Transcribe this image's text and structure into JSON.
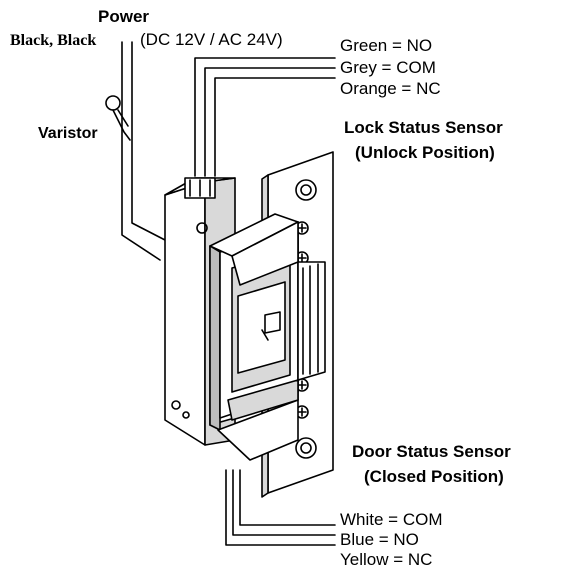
{
  "power": {
    "title": "Power",
    "wires": "Black, Black",
    "voltage": "(DC 12V / AC 24V)"
  },
  "varistor": "Varistor",
  "lock_sensor": {
    "wire_no": "Green = NO",
    "wire_com": "Grey = COM",
    "wire_nc": "Orange = NC",
    "title": "Lock Status Sensor",
    "subtitle": "(Unlock Position)"
  },
  "door_sensor": {
    "title": "Door Status Sensor",
    "subtitle": "(Closed Position)",
    "wire_com": "White = COM",
    "wire_no": "Blue = NO",
    "wire_nc": "Yellow = NC"
  },
  "colors": {
    "line": "#000000",
    "background": "#ffffff",
    "shade": "#d9d9d9",
    "shade_dark": "#bdbdbd"
  }
}
